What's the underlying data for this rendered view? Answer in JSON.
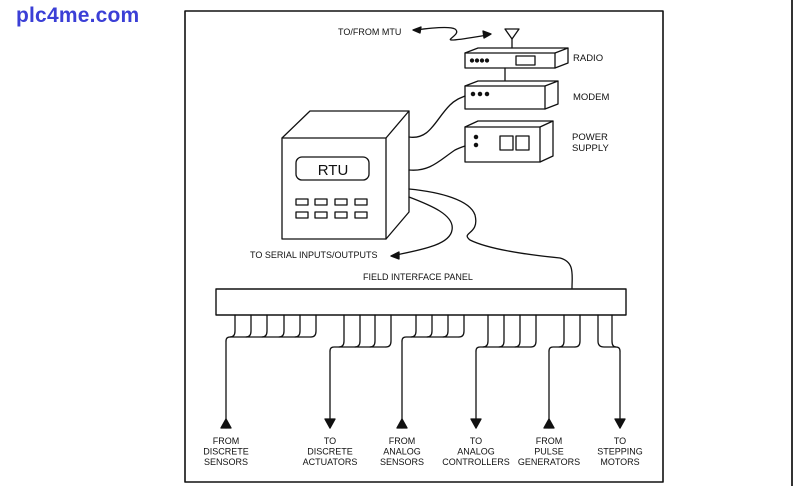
{
  "watermark": "plc4me.com",
  "diagram": {
    "title_labels": {
      "mtu_link": "TO/FROM MTU",
      "radio": "RADIO",
      "modem": "MODEM",
      "power_supply_line1": "POWER",
      "power_supply_line2": "SUPPLY",
      "rtu": "RTU",
      "serial": "TO SERIAL INPUTS/OUTPUTS",
      "panel": "FIELD INTERFACE PANEL"
    },
    "components": [
      {
        "name": "antenna"
      },
      {
        "name": "radio",
        "indicator_dots": 4
      },
      {
        "name": "modem",
        "indicator_dots": 3
      },
      {
        "name": "power-supply",
        "indicator_dots": 2,
        "switches": 2
      },
      {
        "name": "rtu",
        "keypad_rows": 2,
        "keypad_cols": 4
      },
      {
        "name": "field-interface-panel"
      }
    ],
    "io_groups": [
      {
        "lines": [
          "FROM",
          "DISCRETE",
          "SENSORS"
        ],
        "direction": "in",
        "wires": 6
      },
      {
        "lines": [
          "TO",
          "DISCRETE",
          "ACTUATORS"
        ],
        "direction": "out",
        "wires": 4
      },
      {
        "lines": [
          "FROM",
          "ANALOG",
          "SENSORS"
        ],
        "direction": "in",
        "wires": 4
      },
      {
        "lines": [
          "TO",
          "ANALOG",
          "CONTROLLERS"
        ],
        "direction": "out",
        "wires": 4
      },
      {
        "lines": [
          "FROM",
          "PULSE",
          "GENERATORS"
        ],
        "direction": "in",
        "wires": 2
      },
      {
        "lines": [
          "TO",
          "STEPPING",
          "MOTORS"
        ],
        "direction": "out",
        "wires": 2
      }
    ]
  }
}
